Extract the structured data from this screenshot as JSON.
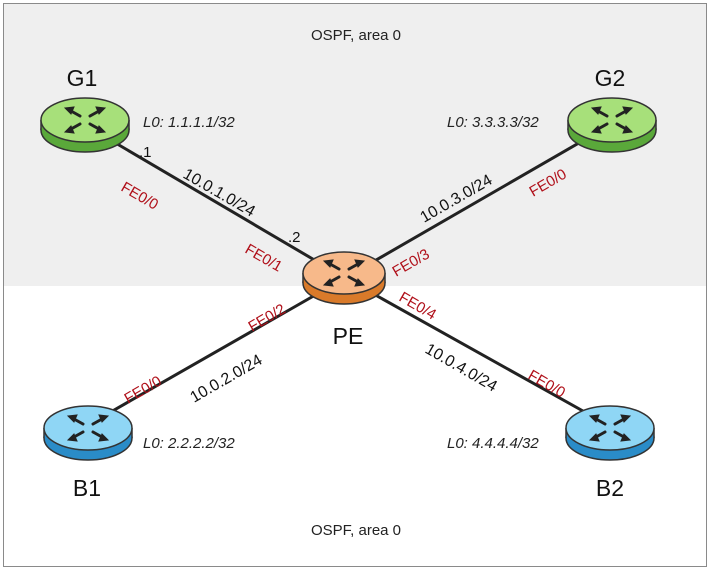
{
  "areas": {
    "top_label": "OSPF, area 0",
    "bottom_label": "OSPF, area 0"
  },
  "routers": {
    "g1": {
      "name": "G1",
      "loopback": "L0: 1.1.1.1/32",
      "color": "#8fd35a"
    },
    "g2": {
      "name": "G2",
      "loopback": "L0: 3.3.3.3/32",
      "color": "#8fd35a"
    },
    "pe": {
      "name": "PE",
      "color": "#f5a25a"
    },
    "b1": {
      "name": "B1",
      "loopback": "L0: 2.2.2.2/32",
      "color": "#5fc3ee"
    },
    "b2": {
      "name": "B2",
      "loopback": "L0: 4.4.4.4/32",
      "color": "#5fc3ee"
    }
  },
  "links": {
    "g1_pe": {
      "subnet": "10.0.1.0/24",
      "g1_iface": "FE0/0",
      "pe_iface": "FE0/1",
      "g1_host": ".1",
      "pe_host": ".2"
    },
    "g2_pe": {
      "subnet": "10.0.3.0/24",
      "g2_iface": "FE0/0",
      "pe_iface": "FE0/3"
    },
    "b1_pe": {
      "subnet": "10.0.2.0/24",
      "b1_iface": "FE0/0",
      "pe_iface": "FE0/2"
    },
    "b2_pe": {
      "subnet": "10.0.4.0/24",
      "b2_iface": "FE0/0",
      "pe_iface": "FE0/4"
    }
  },
  "icons": {
    "router": "router-icon"
  }
}
